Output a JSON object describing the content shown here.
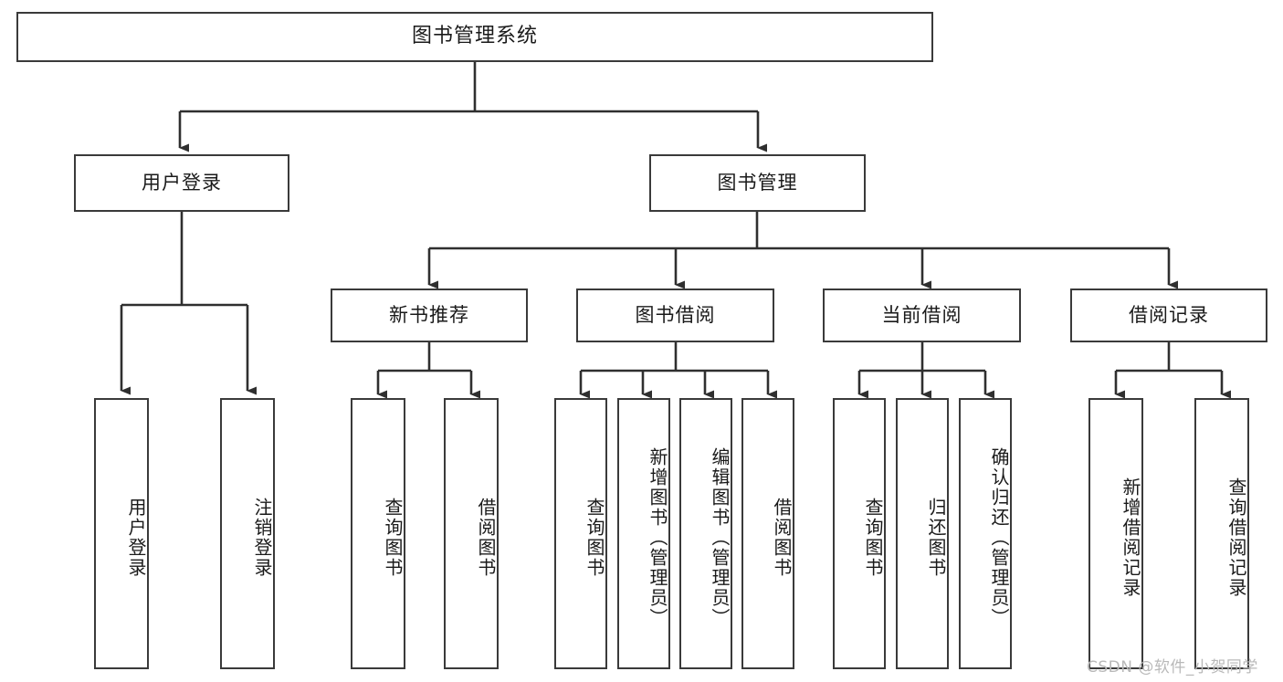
{
  "diagram": {
    "type": "tree-hierarchy-functional-decomposition",
    "root": {
      "label": "图书管理系统"
    },
    "level2": [
      {
        "id": "user-login",
        "label": "用户登录"
      },
      {
        "id": "book-management",
        "label": "图书管理"
      }
    ],
    "level3": [
      {
        "id": "new-book-recommend",
        "label": "新书推荐",
        "parent": "book-management"
      },
      {
        "id": "book-borrow",
        "label": "图书借阅",
        "parent": "book-management"
      },
      {
        "id": "current-borrow",
        "label": "当前借阅",
        "parent": "book-management"
      },
      {
        "id": "borrow-record",
        "label": "借阅记录",
        "parent": "book-management"
      }
    ],
    "leaves": [
      {
        "id": "leaf-user-login",
        "label": "用户登录",
        "parent": "user-login"
      },
      {
        "id": "leaf-logout-login",
        "label": "注销登录",
        "parent": "user-login"
      },
      {
        "id": "leaf-query-book-1",
        "label": "查询图书",
        "parent": "new-book-recommend"
      },
      {
        "id": "leaf-borrow-book-1",
        "label": "借阅图书",
        "parent": "new-book-recommend"
      },
      {
        "id": "leaf-query-book-2",
        "label": "查询图书",
        "parent": "book-borrow"
      },
      {
        "id": "leaf-add-book",
        "label": "新增图书（管理员）",
        "parent": "book-borrow"
      },
      {
        "id": "leaf-edit-book",
        "label": "编辑图书（管理员）",
        "parent": "book-borrow"
      },
      {
        "id": "leaf-borrow-book-2",
        "label": "借阅图书",
        "parent": "book-borrow"
      },
      {
        "id": "leaf-query-book-3",
        "label": "查询图书",
        "parent": "current-borrow"
      },
      {
        "id": "leaf-return-book",
        "label": "归还图书",
        "parent": "current-borrow"
      },
      {
        "id": "leaf-confirm-return",
        "label": "确认归还（管理员）",
        "parent": "current-borrow"
      },
      {
        "id": "leaf-add-record",
        "label": "新增借阅记录",
        "parent": "borrow-record"
      },
      {
        "id": "leaf-query-record",
        "label": "查询借阅记录",
        "parent": "borrow-record"
      }
    ],
    "colors": {
      "box_border": "#3a3a3a",
      "box_fill": "#ffffff",
      "connector": "#2f2f2f",
      "text": "#1a1a1a",
      "watermark": "#b9b9b9",
      "background": "#ffffff"
    }
  },
  "watermark": {
    "text": "CSDN @软件_小贺同学"
  }
}
